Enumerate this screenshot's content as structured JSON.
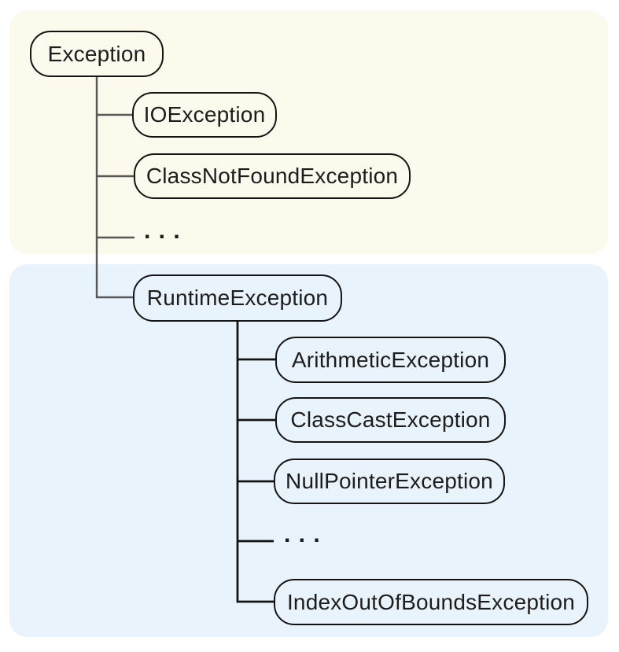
{
  "diagram": {
    "type": "tree",
    "description_rendered": "exception class hierarchy",
    "colors": {
      "checked_region_bg": "#fcfaec",
      "runtime_region_bg": "#e9f3fb",
      "top_connector": "#575757",
      "bottom_connector": "#141414",
      "node_border": "#141414",
      "node_text": "#1d1d1d"
    },
    "nodes": {
      "exception": "Exception",
      "io_exception": "IOException",
      "class_not_found_exception": "ClassNotFoundException",
      "ellipsis_top": ". . .",
      "runtime_exception": "RuntimeException",
      "arithmetic_exception": "ArithmeticException",
      "class_cast_exception": "ClassCastException",
      "null_pointer_exception": "NullPointerException",
      "ellipsis_bottom": ". . .",
      "index_out_of_bounds_exception": "IndexOutOfBoundsException"
    },
    "hierarchy": {
      "root": "Exception",
      "children_of_exception": [
        "IOException",
        "ClassNotFoundException",
        ". . .",
        "RuntimeException"
      ],
      "children_of_runtime_exception": [
        "ArithmeticException",
        "ClassCastException",
        "NullPointerException",
        ". . .",
        "IndexOutOfBoundsException"
      ]
    }
  }
}
